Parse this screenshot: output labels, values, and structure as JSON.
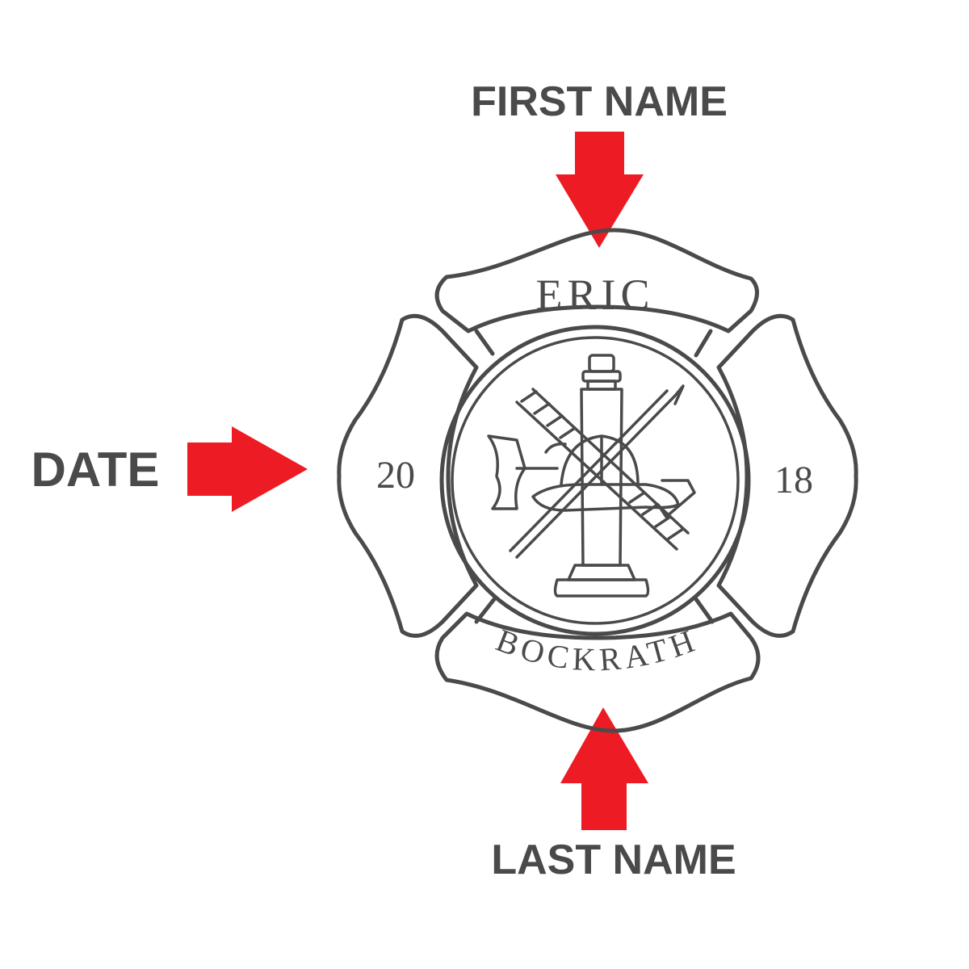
{
  "callouts": {
    "first_name": "FIRST NAME",
    "date": "DATE",
    "last_name": "LAST NAME"
  },
  "badge": {
    "first_name": "ERIC",
    "last_name": "BOCKRATH",
    "year_left": "20",
    "year_right": "18"
  },
  "colors": {
    "arrow": "#ed1c24",
    "ink": "#4a4a4a",
    "background": "#ffffff"
  },
  "icons": {
    "emblem": "firefighter-emblem-icon",
    "arrow": "arrow-icon"
  }
}
